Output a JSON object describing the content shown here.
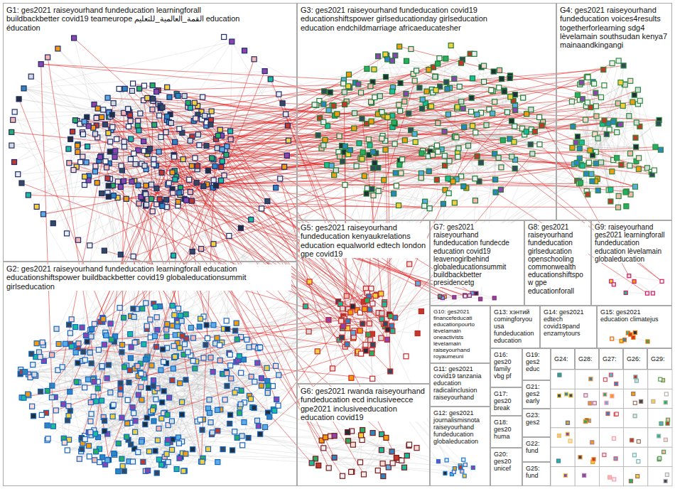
{
  "diagram": {
    "nodes": [
      {
        "text": [
          "G1: ges2021 raiseyourhand fundeducation learningforall buildbackbetter covid19 teameurope القمة_العالمية_للتعليم education éducation"
        ]
      },
      {
        "text": [
          "G2: ges2021 raiseyourhand fundeducation learningforall education educationshiftspower buildbackbetter covid19 globaleducationsummit girlseducation"
        ]
      },
      {
        "text": [
          "G3: ges2021 raiseyourhand fundeducation covid19 educationshiftspower girlseducationday girlseducation education endchildmarriage africaeducatesher"
        ]
      },
      {
        "text": [
          "G4: ges2021 raiseyourhand fundeducation voices4results togetherforlearning sdg4 lèvelamain southsudan kenya7 mainaandkingangi"
        ]
      },
      {
        "text": [
          "G5: ges2021 raiseyourhand fundeducation kenyaukrelations education equalworld edtech london gpe covid19"
        ]
      },
      {
        "text": [
          "G6: ges2021 rwanda raiseyourhand fundeducation ecd inclusiveecce gpe2021 inclusiveeducation education covid19"
        ]
      },
      {
        "text": [
          "G7: ges2021 raiseyourhand fundeducation fundecde education covid19 leavenogirlbehind globaleducationsummit buildbackbetter presidencetg"
        ]
      },
      {
        "text": [
          "G8: ges2021 raiseyourhand fundeducation girlseducation openschooling commonwealth educationshiftspow gpe educationforall"
        ]
      },
      {
        "text": [
          "G9: raiseyourhand ges2021 learningforall fundeducation education lèvelamain globaleducation"
        ]
      },
      {
        "text": [
          "G10: ges2021 financefeducati educationpourto lèvelamain oneactivists lèvelamain raiseyourhand royaumeuni"
        ]
      },
      {
        "text": [
          "G11: ges2021 covid19 tanzania education radicalinclusion raiseyourhand"
        ]
      },
      {
        "text": [
          "G12: ges2021 journalismisnota raiseyourhand fundeducation globaleducation"
        ]
      },
      {
        "text": [
          "G13: хэнтий comingforyou usa fundeducation education"
        ]
      },
      {
        "text": [
          "G14: ges2021 edtech covid19pand enzamytours"
        ]
      },
      {
        "text": [
          "G15: ges2021 education climatejus"
        ]
      },
      {
        "text": [
          "G16: ges20 family vbg pf"
        ]
      },
      {
        "text": [
          "G17: ges20 break"
        ]
      },
      {
        "text": [
          "G18: ges20 huma"
        ]
      },
      {
        "text": [
          "G19: ges2 educ"
        ]
      },
      {
        "text": [
          "G20: ges20 unicef"
        ]
      },
      {
        "text": [
          "G21: ges2 early"
        ]
      },
      {
        "text": [
          "G22: fund"
        ]
      },
      {
        "text": [
          "G23: ges2"
        ]
      },
      {
        "text": [
          "G24:"
        ]
      },
      {
        "text": [
          "G25: fund"
        ]
      },
      {
        "text": [
          "G26:"
        ]
      },
      {
        "text": [
          "G27:"
        ]
      },
      {
        "text": [
          "G28:"
        ]
      },
      {
        "text": [
          "G29:"
        ]
      }
    ]
  }
}
